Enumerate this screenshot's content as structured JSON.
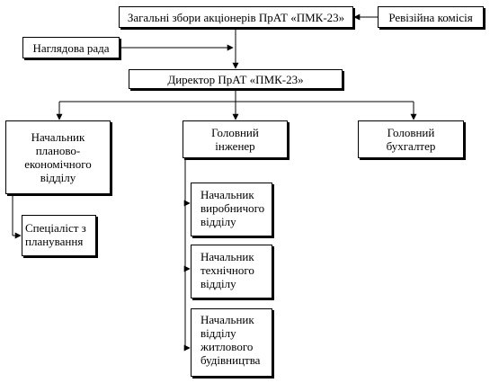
{
  "org_chart": {
    "general_meeting": "Загальні збори акціонерів ПрАТ «ПМК-23»",
    "audit_commission": "Ревізійна комісія",
    "supervisory_board": "Наглядова рада",
    "director": "Директор ПрАТ «ПМК-23»",
    "head_planning_dept": "Начальник\nпланово-\nекономічного\nвідділу",
    "chief_engineer": "Головний\nінженер",
    "chief_accountant": "Головний\nбухгалтер",
    "planning_specialist": "Спеціаліст з\nпланування",
    "head_production_dept": "Начальник\nвиробничого\nвідділу",
    "head_technical_dept": "Начальник\nтехнічного\nвідділу",
    "head_housing_dept": "Начальник\nвідділу\nжитлового\nбудівництва"
  }
}
